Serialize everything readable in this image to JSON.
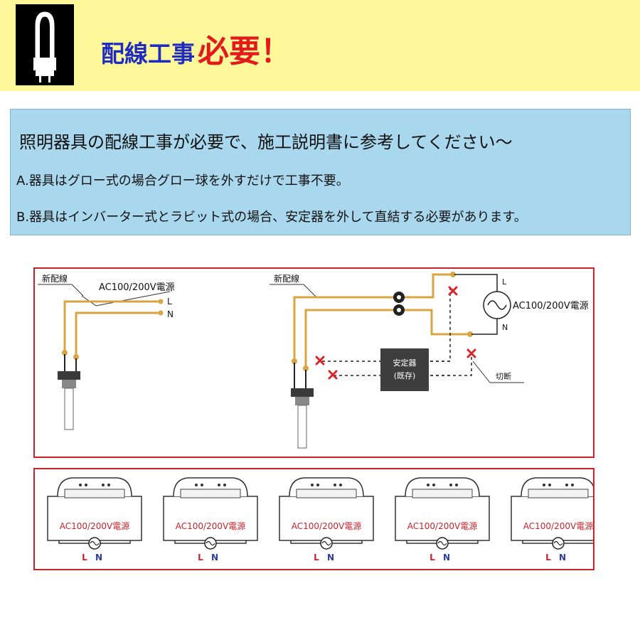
{
  "banner": {
    "title_main": "配線工事",
    "title_emphasis": "必要！",
    "icon": "fluorescent-lamp-icon",
    "background": "#fef89a"
  },
  "info": {
    "heading": "照明器具の配線工事が必要で、施工説明書に参考してください～",
    "item_a": "A.器具はグロー式の場合グロー球を外すだけで工事不要。",
    "item_b": "B.器具はインバーター式とラビット式の場合、安定器を外して直結する必要があります。",
    "background": "#a9d8ee"
  },
  "diagram_a": {
    "new_wiring": "新配線",
    "power": "AC100/200V電源",
    "line_l": "L",
    "line_n": "N"
  },
  "diagram_b": {
    "new_wiring": "新配線",
    "power": "AC100/200V電源",
    "line_l": "L",
    "line_n": "N",
    "ballast_line1": "安定器",
    "ballast_line2": "(既存)",
    "cut": "切断"
  },
  "fixtures": [
    {
      "power": "AC100/200V電源",
      "l": "L",
      "n": "N"
    },
    {
      "power": "AC100/200V電源",
      "l": "L",
      "n": "N"
    },
    {
      "power": "AC100/200V電源",
      "l": "L",
      "n": "N"
    },
    {
      "power": "AC100/200V電源",
      "l": "L",
      "n": "N"
    },
    {
      "power": "AC100/200V電源",
      "l": "L",
      "n": "N"
    }
  ],
  "colors": {
    "wire": "#d9a441",
    "cross": "#d8262a",
    "panel_border": "#c8232c",
    "power_text_red": "#c8232c",
    "n_text_blue": "#2a3c9c"
  }
}
